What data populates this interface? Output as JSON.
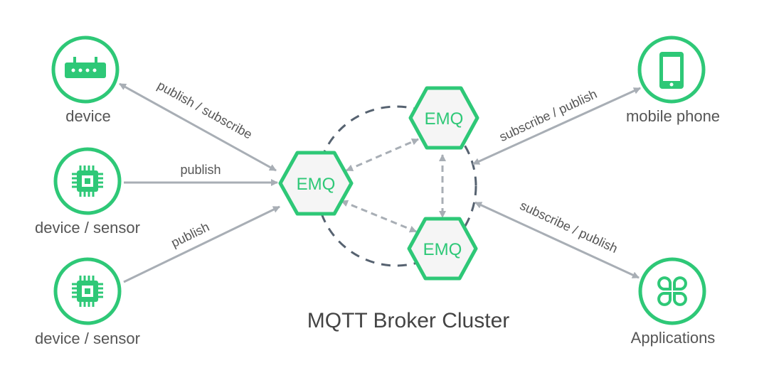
{
  "colors": {
    "accent": "#2ec877",
    "line": "#a8aeb5",
    "dashed": "#566270",
    "hex_fill": "#f5f5f5",
    "text": "#555555"
  },
  "nodes": {
    "device": {
      "label": "device",
      "icon": "router-icon"
    },
    "sensor1": {
      "label": "device / sensor",
      "icon": "chip-icon"
    },
    "sensor2": {
      "label": "device / sensor",
      "icon": "chip-icon"
    },
    "phone": {
      "label": "mobile phone",
      "icon": "phone-icon"
    },
    "apps": {
      "label": "Applications",
      "icon": "apps-icon"
    }
  },
  "brokers": {
    "main": "EMQ",
    "top": "EMQ",
    "bottom": "EMQ"
  },
  "edges": {
    "device": "publish / subscribe",
    "sensor1": "publish",
    "sensor2": "publish",
    "phone": "subscribe / publish",
    "apps": "subscribe / publish"
  },
  "cluster_title": "MQTT Broker Cluster"
}
